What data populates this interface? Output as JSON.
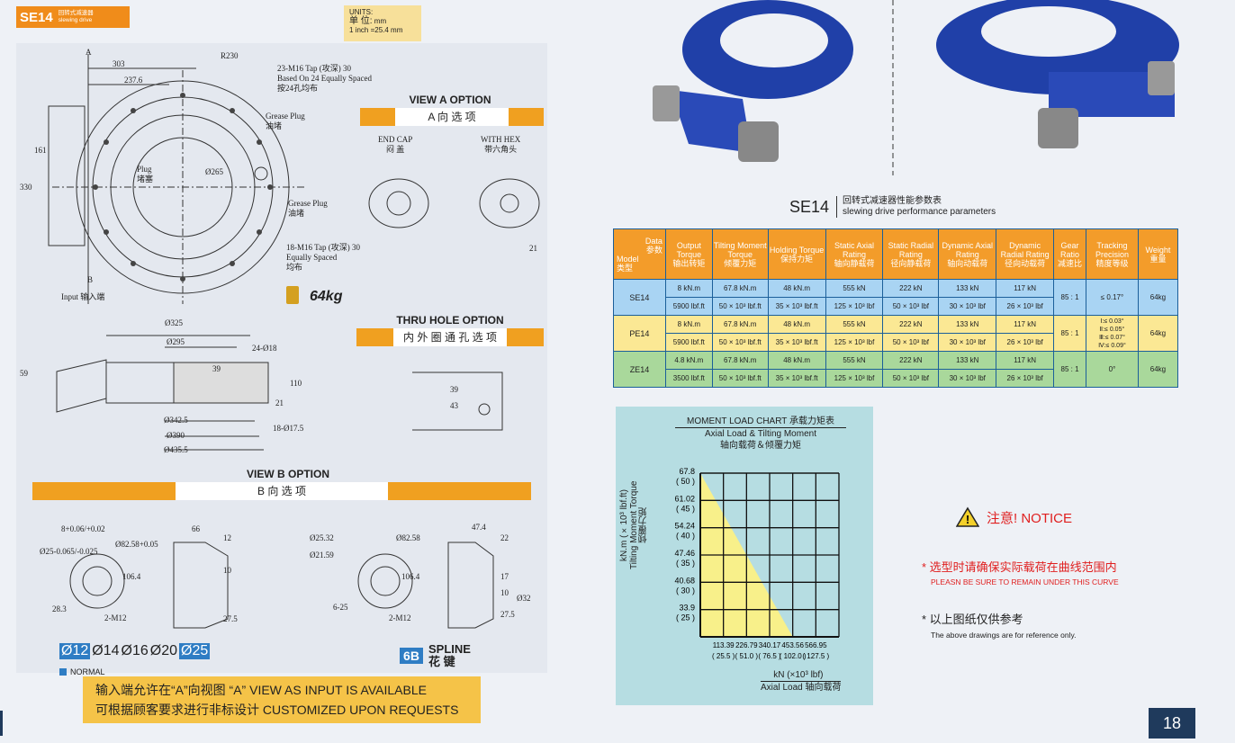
{
  "header": {
    "model": "SE14",
    "cn_title": "回转式减速器",
    "en_title": "slewing drive"
  },
  "units": {
    "l1": "UNITS:",
    "l2": "单 位:",
    "mm": "mm",
    "l3": "1 inch =25.4 mm"
  },
  "drawing": {
    "dims": [
      "303",
      "237.6",
      "R230",
      "161",
      "330",
      "A",
      "B",
      "Ø265"
    ],
    "notes": {
      "tap1": "23-M16 Tap (攻深) 30",
      "tap1b": "Based On 24 Equally Spaced",
      "tap1c": "按24孔均布",
      "grease1": "Grease Plug",
      "grease1cn": "油堵",
      "plug": "Plug",
      "plugcn": "堵塞",
      "grease2": "Grease Plug",
      "grease2cn": "油堵",
      "tap2": "18-M16 Tap (攻深) 30",
      "tap2b": "Equally Spaced",
      "tap2c": "均布",
      "input": "Input  输入端"
    },
    "weight": "64kg",
    "side": {
      "d1": "Ø325",
      "d2": "Ø295",
      "d3": "24-Ø18",
      "h1": "59",
      "h2": "39",
      "h3": "110",
      "h4": "21",
      "d4": "Ø342.5",
      "d5": "18-Ø17.5",
      "d6": "Ø390",
      "d7": "Ø435.5"
    }
  },
  "view_a": {
    "title": "VIEW A OPTION",
    "cn": "A 向 选 项",
    "endcap": "END CAP",
    "endcap_cn": "闷 盖",
    "hex": "WITH HEX",
    "hex_cn": "带六角头",
    "dim": "21"
  },
  "thru": {
    "title": "THRU HOLE OPTION",
    "cn": "内 外 圈 通 孔 选 项",
    "d1": "39",
    "d2": "43"
  },
  "view_b": {
    "title": "VIEW B OPTION",
    "cn": "B 向 选 项",
    "dims_l": [
      "8+0.06/+0.02",
      "Ø25-0.065/-0.025",
      "Ø82.58+0.05",
      "106.4",
      "28.3",
      "2-M12",
      "66",
      "12",
      "10",
      "27.5"
    ],
    "dims_r": [
      "Ø25.32",
      "Ø21.59",
      "Ø82.58",
      "106.4",
      "6-25",
      "2-M12",
      "47.4",
      "22",
      "17",
      "10",
      "Ø32",
      "27.5"
    ],
    "sizes": [
      {
        "t": "Ø12",
        "hl": true
      },
      {
        "t": "Ø14",
        "hl": false
      },
      {
        "t": "Ø16",
        "hl": false
      },
      {
        "t": "Ø20",
        "hl": false
      },
      {
        "t": "Ø25",
        "hl": true
      }
    ],
    "normal": "NORMAL",
    "spline_code": "6B",
    "spline": "SPLINE",
    "spline_cn": "花  键"
  },
  "bottom_note": {
    "l1": "输入端允许在“A”向视图 “A” VIEW AS INPUT IS AVAILABLE",
    "l2": "可根据顾客要求进行非标设计 CUSTOMIZED UPON REQUESTS"
  },
  "table": {
    "title": "SE14",
    "title_cn": "回转式减速器性能参数表",
    "title_en": "slewing drive performance parameters",
    "headers": [
      {
        "en": "Data",
        "cn": "参数",
        "en2": "Model",
        "cn2": "类型"
      },
      {
        "en": "Output Torque",
        "cn": "输出转矩"
      },
      {
        "en": "Tilting Moment Torque",
        "cn": "倾覆力矩"
      },
      {
        "en": "Holding Torque",
        "cn": "保持力矩"
      },
      {
        "en": "Static Axial Rating",
        "cn": "轴向静载荷"
      },
      {
        "en": "Static Radial Rating",
        "cn": "径向静载荷"
      },
      {
        "en": "Dynamic Axial Rating",
        "cn": "轴向动载荷"
      },
      {
        "en": "Dynamic Radial Rating",
        "cn": "径向动载荷"
      },
      {
        "en": "Gear Ratio",
        "cn": "减速比"
      },
      {
        "en": "Tracking Precision",
        "cn": "精度等级"
      },
      {
        "en": "Weight",
        "cn": "重量"
      }
    ],
    "rows": [
      {
        "model": "SE14",
        "a": [
          "8 kN.m",
          "67.8 kN.m",
          "48 kN.m",
          "555 kN",
          "222 kN",
          "133 kN",
          "117 kN"
        ],
        "b": [
          "5900 lbf.ft",
          "50 × 10³ lbf.ft",
          "35 × 10³ lbf.ft",
          "125 × 10³ lbf",
          "50 × 10³ lbf",
          "30 × 10³ lbf",
          "26 × 10³ lbf"
        ],
        "ratio": "85 : 1",
        "prec": "≤ 0.17°",
        "weight": "64kg"
      },
      {
        "model": "PE14",
        "a": [
          "8 kN.m",
          "67.8 kN.m",
          "48 kN.m",
          "555 kN",
          "222 kN",
          "133 kN",
          "117 kN"
        ],
        "b": [
          "5900 lbf.ft",
          "50 × 10³ lbf.ft",
          "35 × 10³ lbf.ft",
          "125 × 10³ lbf",
          "50 × 10³ lbf",
          "30 × 10³ lbf",
          "26 × 10³ lbf"
        ],
        "ratio": "85 : 1",
        "prec": "Ⅰ:≤ 0.03°\nⅡ:≤ 0.05°\nⅢ:≤ 0.07°\nⅣ:≤ 0.09°",
        "weight": "64kg"
      },
      {
        "model": "ZE14",
        "a": [
          "4.8 kN.m",
          "67.8 kN.m",
          "48 kN.m",
          "555 kN",
          "222 kN",
          "133 kN",
          "117 kN"
        ],
        "b": [
          "3500 lbf.ft",
          "50 × 10³ lbf.ft",
          "35 × 10³ lbf.ft",
          "125 × 10³ lbf",
          "50 × 10³ lbf",
          "30 × 10³ lbf",
          "26 × 10³ lbf"
        ],
        "ratio": "85 : 1",
        "prec": "0°",
        "weight": "64kg"
      }
    ]
  },
  "chart_data": {
    "type": "area",
    "title": "MOMENT LOAD CHART 承载力矩表",
    "subtitle": "Axial Load & Tilting Moment",
    "subtitle_cn": "轴向载荷＆倾覆力矩",
    "ylabel": "kN.m (×10³ lbf.ft)",
    "ylabel2": "Tilting Moment Torque",
    "ylabel_cn": "倾覆力矩",
    "xlabel": "kN (×10³ lbf)",
    "xlabel2": "Axial Load 轴向载荷",
    "y_ticks": [
      {
        "v": "67.8",
        "s": "( 50 )"
      },
      {
        "v": "61.02",
        "s": "( 45 )"
      },
      {
        "v": "54.24",
        "s": "( 40 )"
      },
      {
        "v": "47.46",
        "s": "( 35 )"
      },
      {
        "v": "40.68",
        "s": "( 30 )"
      },
      {
        "v": "33.9",
        "s": "( 25 )"
      }
    ],
    "x_ticks": [
      {
        "v": "113.39",
        "s": "( 25.5 )"
      },
      {
        "v": "226.79",
        "s": "( 51.0 )"
      },
      {
        "v": "340.17",
        "s": "( 76.5 )"
      },
      {
        "v": "453.56",
        "s": "( 102.0 )"
      },
      {
        "v": "566.95",
        "s": "( 127.5 )"
      }
    ],
    "curve": [
      [
        0,
        67.8
      ],
      [
        453.56,
        27.12
      ]
    ],
    "xlim": [
      0,
      680.34
    ],
    "ylim": [
      27.12,
      67.8
    ],
    "fill_color": "#f8f08a",
    "bg_color": "#b6dde2"
  },
  "notice": {
    "title": "注意! NOTICE",
    "l1": "* 选型时请确保实际载荷在曲线范围内",
    "l1en": "PLEASN BE SURE TO REMAIN UNDER THIS CURVE",
    "l2": "* 以上图纸仅供参考",
    "l2en": "The above drawings are for reference only."
  },
  "page": "18"
}
